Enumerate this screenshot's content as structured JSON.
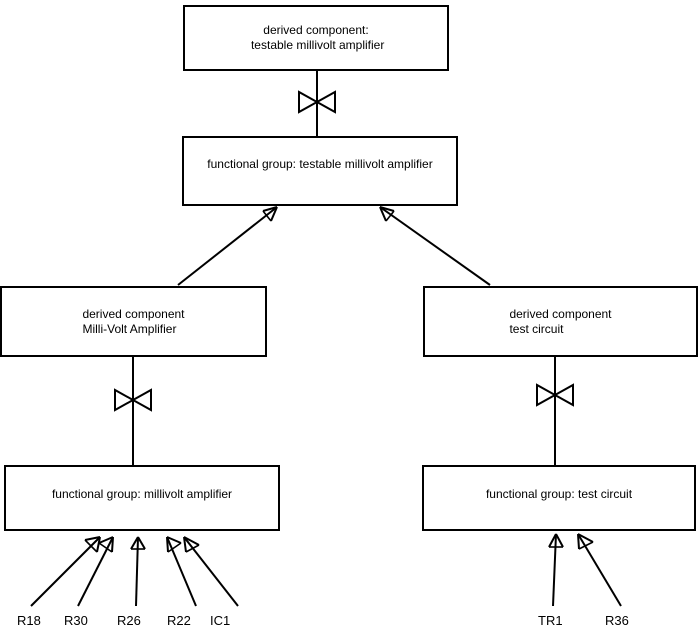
{
  "diagram": {
    "title": "testable millivolt amplifier derivation structure",
    "background_color": "#ffffff",
    "stroke_color": "#000000",
    "nodes": {
      "derived_testable_amp": {
        "line1": "derived component:",
        "line2": " testable millivolt amplifier",
        "kind": "derived-component"
      },
      "fg_testable_amp": {
        "line1": "functional group: testable millivolt amplifier",
        "kind": "functional-group"
      },
      "derived_mv_amp": {
        "line1": "derived component",
        "line2": "Milli-Volt Amplifier",
        "kind": "derived-component"
      },
      "derived_test_circuit": {
        "line1": "derived component",
        "line2": "test circuit",
        "kind": "derived-component"
      },
      "fg_mv_amp": {
        "line1": "functional group: millivolt amplifier",
        "kind": "functional-group"
      },
      "fg_test_circuit": {
        "line1": "functional group: test circuit",
        "kind": "functional-group"
      }
    },
    "leaf_labels": {
      "left_group": [
        "R18",
        "R30",
        "R26",
        "R22",
        "IC1"
      ],
      "right_group": [
        "TR1",
        "R36"
      ]
    },
    "connector_types": {
      "bowtie": "bowtie-refinement-connector",
      "arrow": "open-arrowhead-membership"
    }
  }
}
